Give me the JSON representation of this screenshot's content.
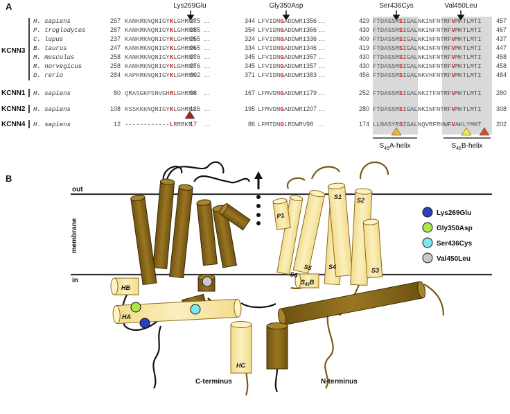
{
  "panel_a": {
    "label": "A",
    "mutations": [
      "Lys269Glu",
      "Gly350Asp",
      "Ser436Cys",
      "Val450Leu"
    ],
    "group_label": "KCNN3",
    "rows": [
      {
        "gene": "",
        "species": "H. sapiens",
        "s1": "257",
        "q1": "KANKRKNQNIGY",
        "k1": "K",
        "r1": "LGHRRA",
        "e1": "275",
        "s2": "344",
        "q2": "LFVIDN",
        "k2": "G",
        "r2": "ADDWRI",
        "e2": "356",
        "s3": "429",
        "q3": "FTDASSR",
        "k3": "S",
        "r3": "IGALNKINFNTRF",
        "k4": "V",
        "r4": "MKTLMTI",
        "e3": "457"
      },
      {
        "gene": "",
        "species": "P. troglodytes",
        "s1": "267",
        "q1": "KANKRKNQNIGY",
        "k1": "K",
        "r1": "LGHRRA",
        "e1": "285",
        "s2": "354",
        "q2": "LFVIDN",
        "k2": "G",
        "r2": "ADDWRI",
        "e2": "366",
        "s3": "439",
        "q3": "FTDASSR",
        "k3": "S",
        "r3": "IGALNKINFNTRF",
        "k4": "V",
        "r4": "MKTLMTI",
        "e3": "467"
      },
      {
        "gene": "",
        "species": "C. lupus",
        "s1": "237",
        "q1": "KANKRKNQNIGY",
        "k1": "K",
        "r1": "LGHRRA",
        "e1": "255",
        "s2": "324",
        "q2": "LFVIDN",
        "k2": "G",
        "r2": "ADDWRI",
        "e2": "336",
        "s3": "409",
        "q3": "FTDASSR",
        "k3": "S",
        "r3": "IGALNKINFNTRF",
        "k4": "V",
        "r4": "MKTLMTI",
        "e3": "437"
      },
      {
        "gene": "",
        "species": "B. taurus",
        "s1": "247",
        "q1": "KANKRKNQNIGY",
        "k1": "K",
        "r1": "LGHRRA",
        "e1": "265",
        "s2": "334",
        "q2": "LFVIDN",
        "k2": "G",
        "r2": "ADDWRI",
        "e2": "346",
        "s3": "419",
        "q3": "FTDASSR",
        "k3": "S",
        "r3": "IGALNKINFNTRF",
        "k4": "V",
        "r4": "MKTLMTI",
        "e3": "447"
      },
      {
        "gene": "",
        "species": "M. musculus",
        "s1": "258",
        "q1": "KANKRKNQNIGY",
        "k1": "K",
        "r1": "LGHRRA",
        "e1": "276",
        "s2": "345",
        "q2": "LFVIDN",
        "k2": "G",
        "r2": "ADDWRI",
        "e2": "357",
        "s3": "430",
        "q3": "FTDASSR",
        "k3": "S",
        "r3": "IGALNKINFNTRF",
        "k4": "V",
        "r4": "MKTLMTI",
        "e3": "458"
      },
      {
        "gene": "",
        "species": "R. norvegicus",
        "s1": "258",
        "q1": "KANKRKNQNIGY",
        "k1": "K",
        "r1": "LGHRRA",
        "e1": "276",
        "s2": "345",
        "q2": "LFVIDN",
        "k2": "G",
        "r2": "ADDWRI",
        "e2": "357",
        "s3": "430",
        "q3": "FTDASSR",
        "k3": "S",
        "r3": "IGALNKINFNTRF",
        "k4": "V",
        "r4": "MKTLMTI",
        "e3": "458"
      },
      {
        "gene": "",
        "species": "D. rerio",
        "s1": "284",
        "q1": "KAPKRKNQNIGY",
        "k1": "K",
        "r1": "LGHRRA",
        "e1": "302",
        "s2": "371",
        "q2": "LFVIDN",
        "k2": "G",
        "r2": "ADDWRI",
        "e2": "383",
        "s3": "456",
        "q3": "FTDASSR",
        "k3": "S",
        "r3": "IGALNKVHFNTRF",
        "k4": "V",
        "r4": "MKTLMTI",
        "e3": "484"
      },
      {
        "gene": "KCNN1",
        "species": "H. sapiens",
        "s1": "80",
        "q1": "QRASGKPSNVGH",
        "k1": "R",
        "r1": "LGHRRA",
        "e1": "98",
        "s2": "167",
        "q2": "LFMVDN",
        "k2": "G",
        "r2": "ADDWRI",
        "e2": "179",
        "s3": "252",
        "q3": "FTDASSR",
        "k3": "S",
        "r3": "IGALNKITFNTRF",
        "k4": "V",
        "r4": "MKTLMTI",
        "e3": "280"
      },
      {
        "gene": "KCNN2",
        "species": "H. sapiens",
        "s1": "108",
        "q1": "KSSKKKNQNIGY",
        "k1": "K",
        "r1": "LGHRRA",
        "e1": "126",
        "s2": "195",
        "q2": "LFMVDN",
        "k2": "G",
        "r2": "ADDWRI",
        "e2": "207",
        "s3": "280",
        "q3": "FTDASSR",
        "k3": "S",
        "r3": "IGALNKINFNTRF",
        "k4": "V",
        "r4": "MKTLMTI",
        "e3": "308"
      },
      {
        "gene": "KCNN4",
        "species": "H. sapiens",
        "s1": "12",
        "q1": "------------",
        "k1": "L",
        "r1": "RRRKR",
        "e1": "17",
        "s2": "86",
        "q2": "LFMTDN",
        "k2": "G",
        "r2": "LRDWRV",
        "e2": "98",
        "s3": "174",
        "q3": "LLNASYR",
        "k3": "S",
        "r3": "IGALNQVRFRHWF",
        "k4": "V",
        "r4": "AKLYMNT",
        "e3": "202"
      }
    ],
    "helix_a_sub": "45",
    "helix_a_pre": "S",
    "helix_a_post": "A-helix",
    "helix_b_sub": "45",
    "helix_b_pre": "S",
    "helix_b_post": "B-helix",
    "ellipsis": "…",
    "colors": {
      "residue_red": "#cc2222",
      "shade": "#d9d9d9",
      "tri_red": "#9b2a1e",
      "tri_orange": "#f0b33a",
      "tri_yellow": "#f5e84a",
      "tri_brown": "#c6552b"
    }
  },
  "panel_b": {
    "label": "B",
    "out": "out",
    "membrane": "membrane",
    "in": "in",
    "helices": [
      "HB",
      "HA",
      "HC",
      "P1",
      "S5",
      "S6",
      "S4",
      "S45B",
      "S1",
      "S2",
      "S3"
    ],
    "s45b_pre": "S",
    "s45b_sub": "45",
    "s45b_post": "B",
    "c_terminus": "C-terminus",
    "n_terminus": "N-terminus",
    "legend": [
      {
        "label": "Lys269Glu",
        "color": "#2b3fbf"
      },
      {
        "label": "Gly350Asp",
        "color": "#a8e84a"
      },
      {
        "label": "Ser436Cys",
        "color": "#7fe7ef"
      },
      {
        "label": "Val450Leu",
        "color": "#c8c8c8"
      }
    ],
    "colors": {
      "dark": "#8c6a1a",
      "light": "#f7e6a0"
    }
  }
}
